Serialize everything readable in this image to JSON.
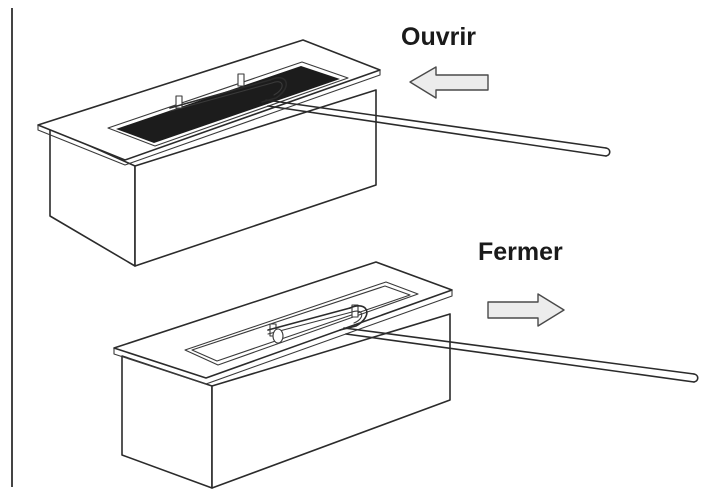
{
  "labels": {
    "open": "Ouvrir",
    "close": "Fermer"
  },
  "states": [
    {
      "name": "open",
      "arrow_direction": "left",
      "slot": "dark"
    },
    {
      "name": "close",
      "arrow_direction": "right",
      "slot": "light"
    }
  ],
  "colors": {
    "ink": "#2b2b2b",
    "arrow_fill": "#ececec",
    "slot_open": "#1c1c1c",
    "background": "#ffffff"
  }
}
